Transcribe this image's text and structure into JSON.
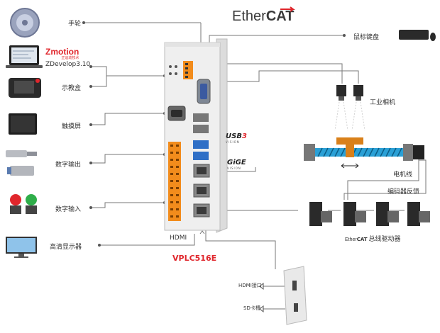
{
  "left_labels": {
    "handwheel": "手轮",
    "teach_box": "示教盒",
    "touch_screen": "触摸屏",
    "digital_output": "数字输出",
    "digital_input": "数字输入",
    "hd_display": "高清显示器"
  },
  "zmotion": {
    "brand": "Zmotion",
    "tagline": "正运动技术",
    "software": "ZDevelop3.10"
  },
  "ethercat": {
    "ether": "Ether",
    "cat": "CAT"
  },
  "right_labels": {
    "mouse_keyboard": "鼠标键盘",
    "industrial_camera": "工业相机",
    "motor_line": "电机线",
    "encoder_feedback": "编码器反馈",
    "bus_driver": "总线驱动器"
  },
  "interfaces": {
    "usb3_main": "USB",
    "usb3_num": "3",
    "usb_sub": "VISION",
    "gige_main": "GiGE",
    "gige_sub": "VISION",
    "hdmi": "HDMI"
  },
  "device": {
    "model": "VPLC516E"
  },
  "side_unit": {
    "hdmi_port": "HDMI接口",
    "sd_slot": "SD卡槽"
  },
  "colors": {
    "accent_red": "#e0262c",
    "terminal_orange": "#f28c1c",
    "line_gray": "#777777"
  }
}
